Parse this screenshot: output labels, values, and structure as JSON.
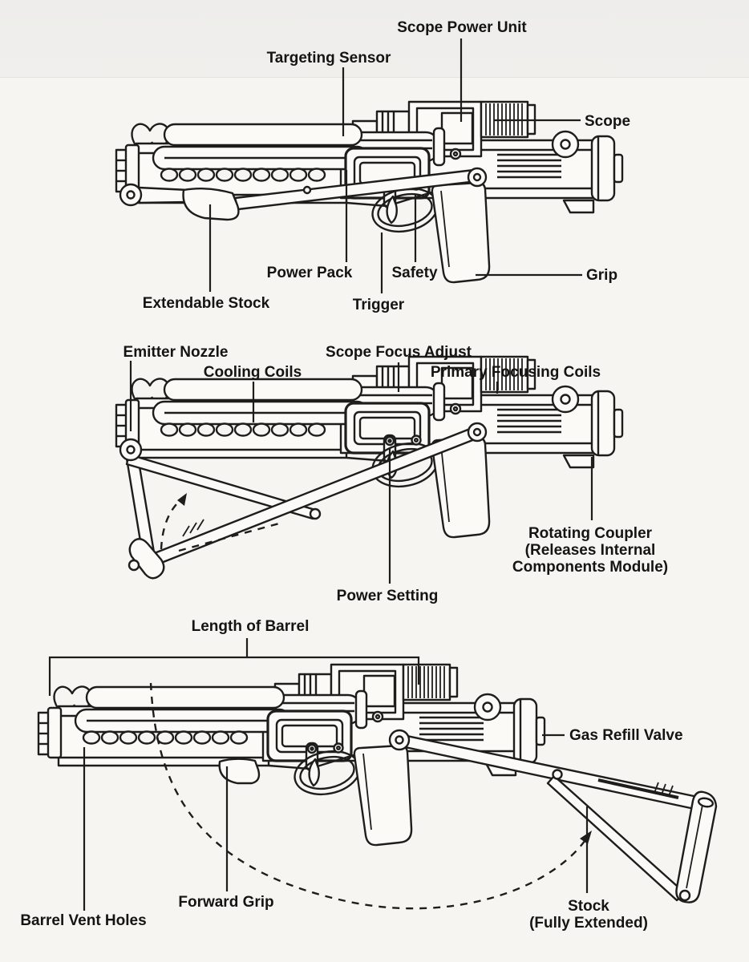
{
  "page": {
    "background": "#f6f5f2",
    "ink": "#1d1d1b"
  },
  "diagram": {
    "subject": "blaster-rifle-schematic",
    "views": {
      "stock_folded": {
        "labels": {
          "scope_power_unit": "Scope Power Unit",
          "targeting_sensor": "Targeting Sensor",
          "scope": "Scope",
          "power_pack": "Power Pack",
          "safety": "Safety",
          "trigger": "Trigger",
          "grip": "Grip",
          "extendable_stock": "Extendable Stock"
        }
      },
      "stock_swinging": {
        "labels": {
          "emitter_nozzle": "Emitter Nozzle",
          "cooling_coils": "Cooling Coils",
          "scope_focus_adjust": "Scope Focus Adjust",
          "primary_focusing_coils": "Primary Focusing Coils",
          "power_setting": "Power Setting",
          "rotating_coupler_line1": "Rotating Coupler",
          "rotating_coupler_line2": "(Releases Internal",
          "rotating_coupler_line3": "Components Module)"
        }
      },
      "stock_extended": {
        "labels": {
          "length_of_barrel": "Length of Barrel",
          "gas_refill_valve": "Gas Refill Valve",
          "barrel_vent_holes": "Barrel Vent Holes",
          "forward_grip": "Forward Grip",
          "stock_line1": "Stock",
          "stock_line2": "(Fully Extended)"
        }
      }
    }
  }
}
